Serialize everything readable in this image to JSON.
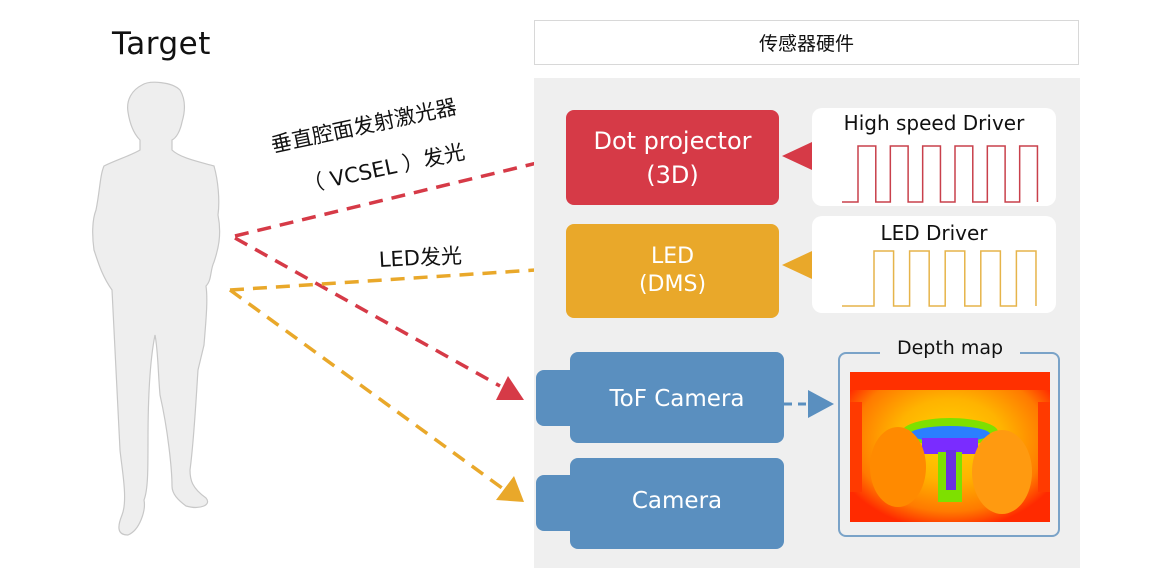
{
  "target": {
    "title": "Target",
    "icon": "person-silhouette-icon"
  },
  "header": {
    "title": "传感器硬件"
  },
  "emitters": {
    "dot_projector": {
      "line1": "Dot projector",
      "line2": "(3D)",
      "color": "#d63a47"
    },
    "led": {
      "line1": "LED",
      "line2": "(DMS)",
      "color": "#e9a82a"
    }
  },
  "drivers": {
    "high_speed": {
      "title": "High speed Driver",
      "pulses": 6,
      "color": "#c9404b"
    },
    "led": {
      "title": "LED Driver",
      "pulses": 5,
      "color": "#e6b44a"
    }
  },
  "cameras": {
    "tof": {
      "label": "ToF Camera",
      "color": "#5a8fbf"
    },
    "camera": {
      "label": "Camera",
      "color": "#5a8fbf"
    }
  },
  "depth_map": {
    "title": "Depth map"
  },
  "annotations": {
    "vcsel_line1": "垂直腔面发射激光器",
    "vcsel_line2": "（ VCSEL ）发光",
    "led_light": "LED发光"
  }
}
